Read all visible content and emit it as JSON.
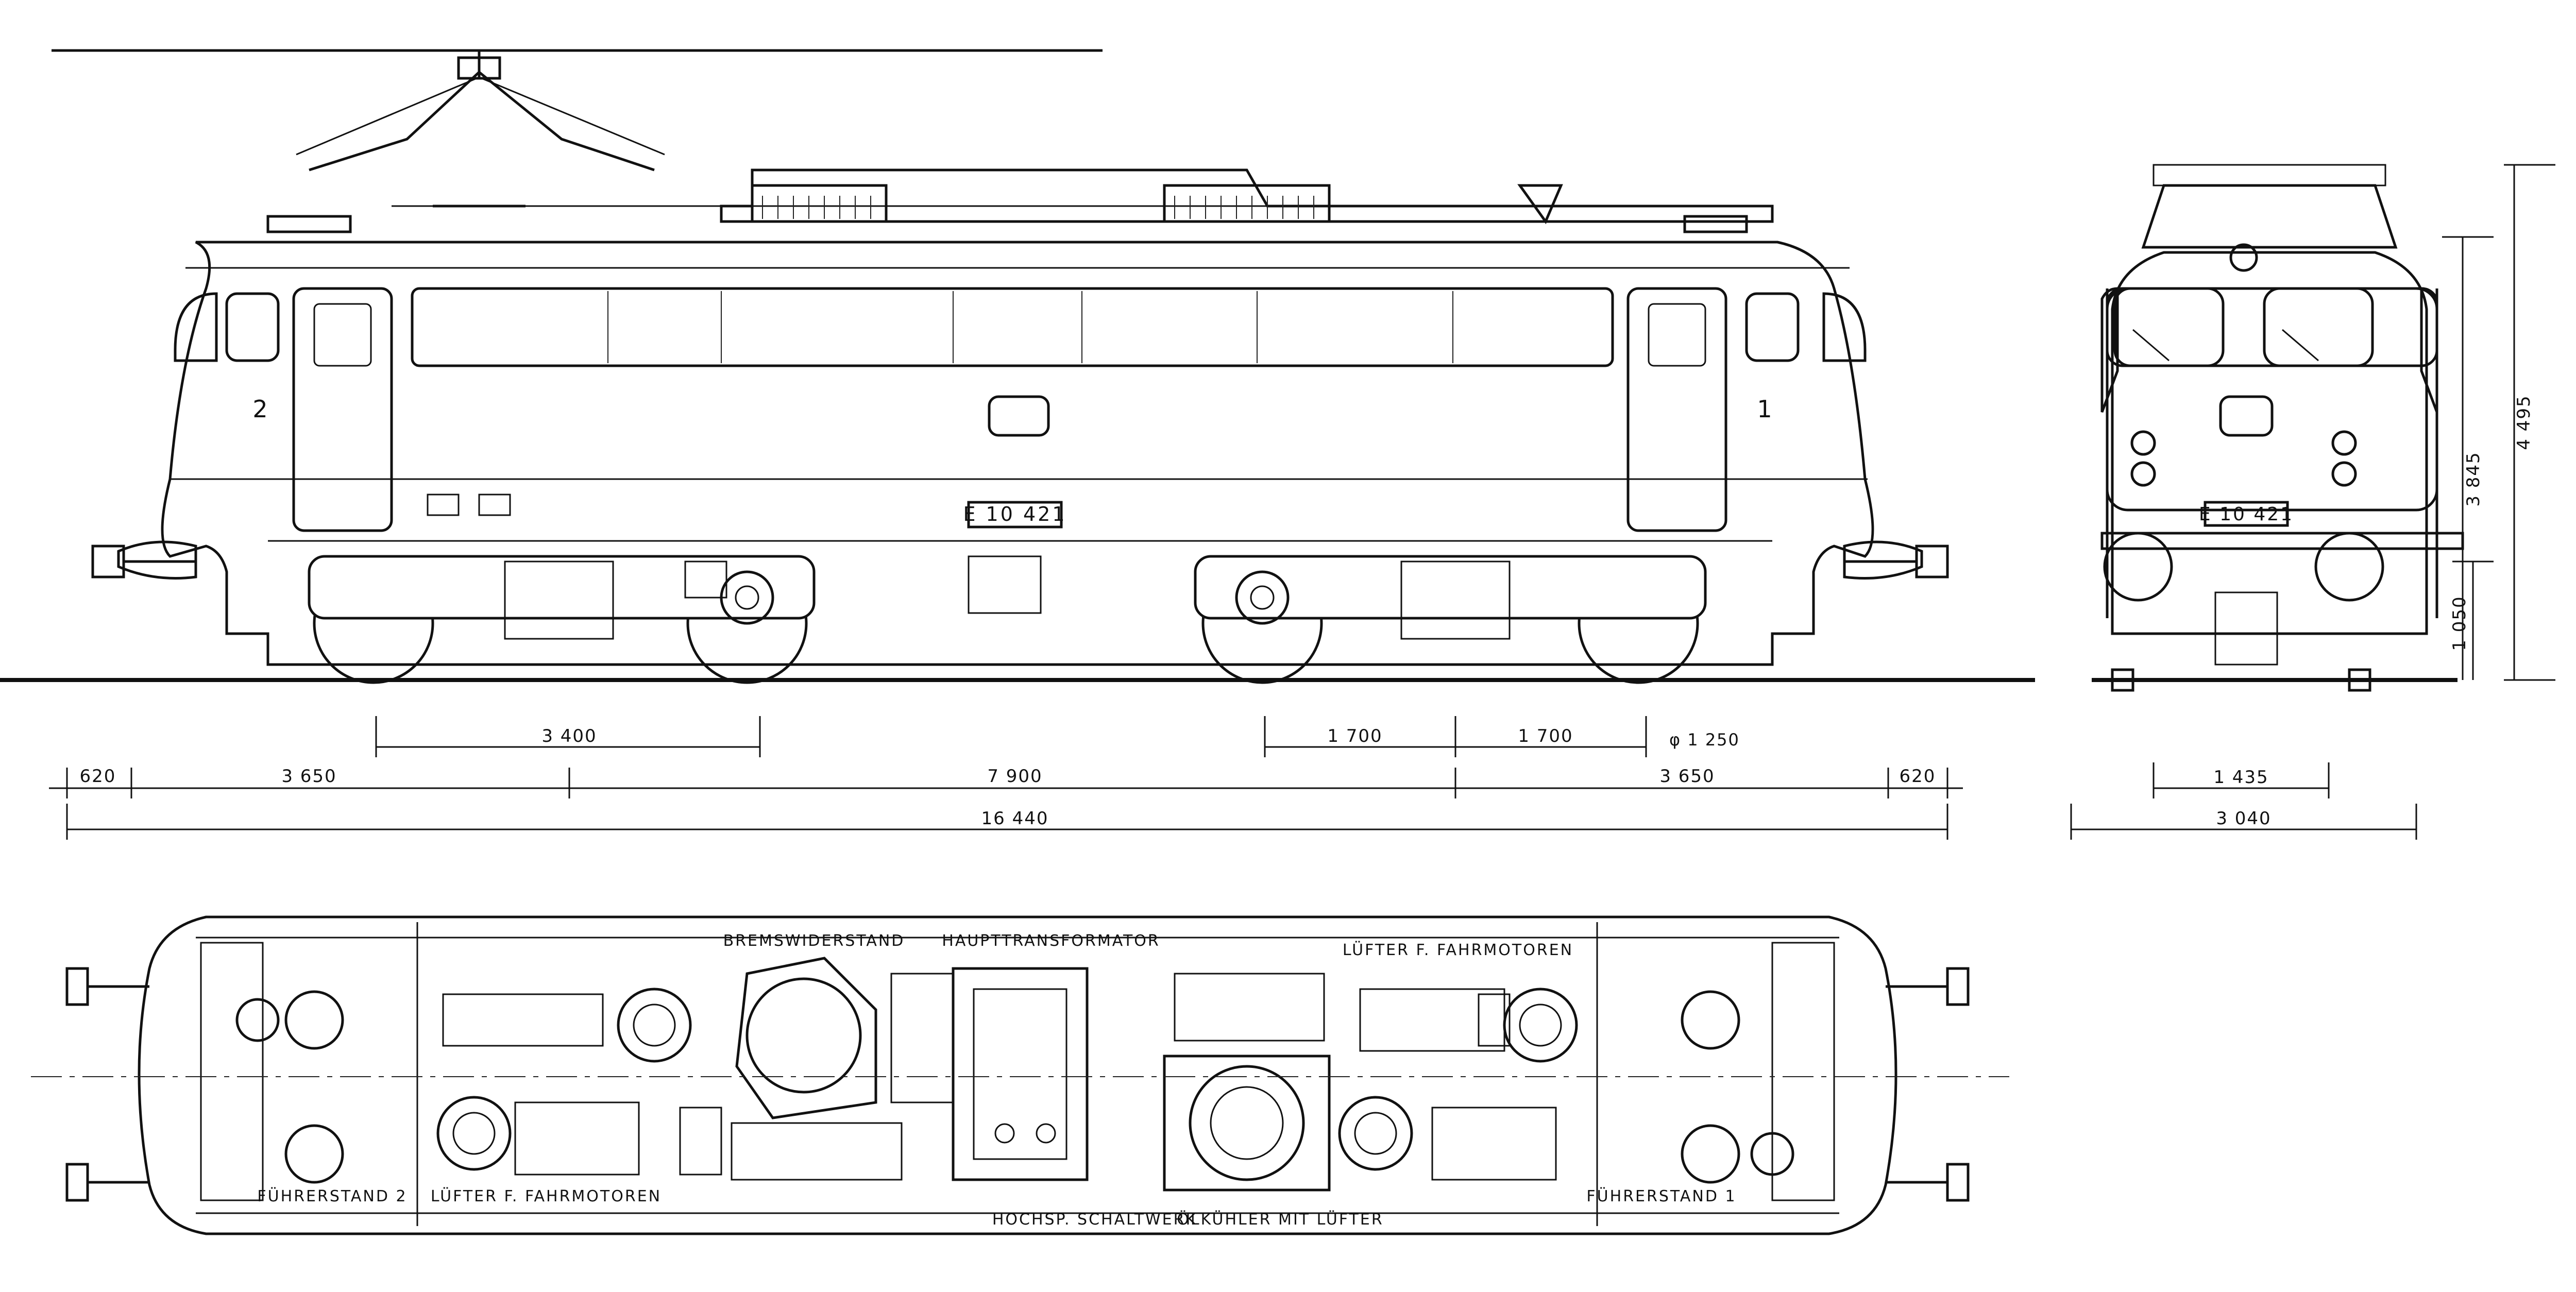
{
  "number_plate": "E 10 421",
  "cab_numbers": {
    "left": "2",
    "right": "1"
  },
  "wheel_diameter": "φ 1 250",
  "dimensions": {
    "bogie_wheelbase": "3 400",
    "half_centre_left": "1 700",
    "half_centre_right": "1 700",
    "overhang_left": "620",
    "end_to_bogie_left": "3 650",
    "bogie_centres": "7 900",
    "end_to_bogie_right": "3 650",
    "overhang_right": "620",
    "length_over_buffers": "16 440",
    "gauge": "1 435",
    "width": "3 040",
    "total_height": "4 495",
    "roof_height": "3 845",
    "buffer_height": "1 050"
  },
  "labels": {
    "bremswiderstand": "BREMSWIDERSTAND",
    "haupttransformator": "HAUPTTRANSFORMATOR",
    "luefter_right": "LÜFTER F. FAHRMOTOREN",
    "luefter_left": "LÜFTER F. FAHRMOTOREN",
    "fuehrerstand_2": "FÜHRERSTAND 2",
    "fuehrerstand_1": "FÜHRERSTAND 1",
    "hochspannung": "HOCHSP. SCHALTWERK",
    "oelkuehler": "ÖLKÜHLER MIT LÜFTER"
  }
}
